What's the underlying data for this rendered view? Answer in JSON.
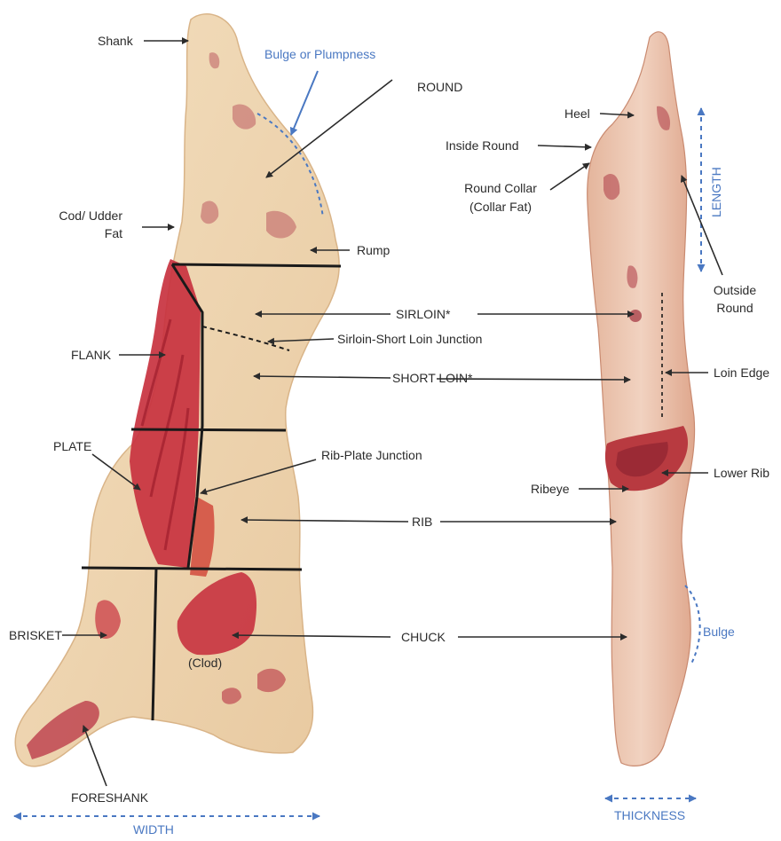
{
  "labels": {
    "shank": "Shank",
    "bulge_or_plumpness": "Bulge or Plumpness",
    "round": "ROUND",
    "cod_udder_fat_line1": "Cod/ Udder",
    "cod_udder_fat_line2": "Fat",
    "rump": "Rump",
    "sirloin": "SIRLOIN*",
    "flank": "FLANK",
    "sirloin_short_loin_junction": "Sirloin-Short Loin Junction",
    "short_loin": "SHORT LOIN*",
    "plate": "PLATE",
    "rib_plate_junction": "Rib-Plate Junction",
    "rib": "RIB",
    "brisket": "BRISKET",
    "chuck": "CHUCK",
    "clod": "(Clod)",
    "foreshank": "FORESHANK",
    "width": "WIDTH",
    "heel": "Heel",
    "inside_round": "Inside Round",
    "round_collar_line1": "Round Collar",
    "round_collar_line2": "(Collar Fat)",
    "length": "LENGTH",
    "outside_round_line1": "Outside",
    "outside_round_line2": "Round",
    "loin_edge": "Loin Edge",
    "lower_rib": "Lower Rib",
    "ribeye": "Ribeye",
    "bulge": "Bulge",
    "thickness": "THICKNESS"
  },
  "colors": {
    "label_text": "#2b2b2b",
    "measure_blue": "#4a78c2",
    "fat": "#efd7b4",
    "fat_shadow": "#e2bf94",
    "lean": "#c8323f",
    "lean_dark": "#9e1e2c",
    "pink_side": "#e9bfa6",
    "division_line": "#1a1a1a"
  }
}
